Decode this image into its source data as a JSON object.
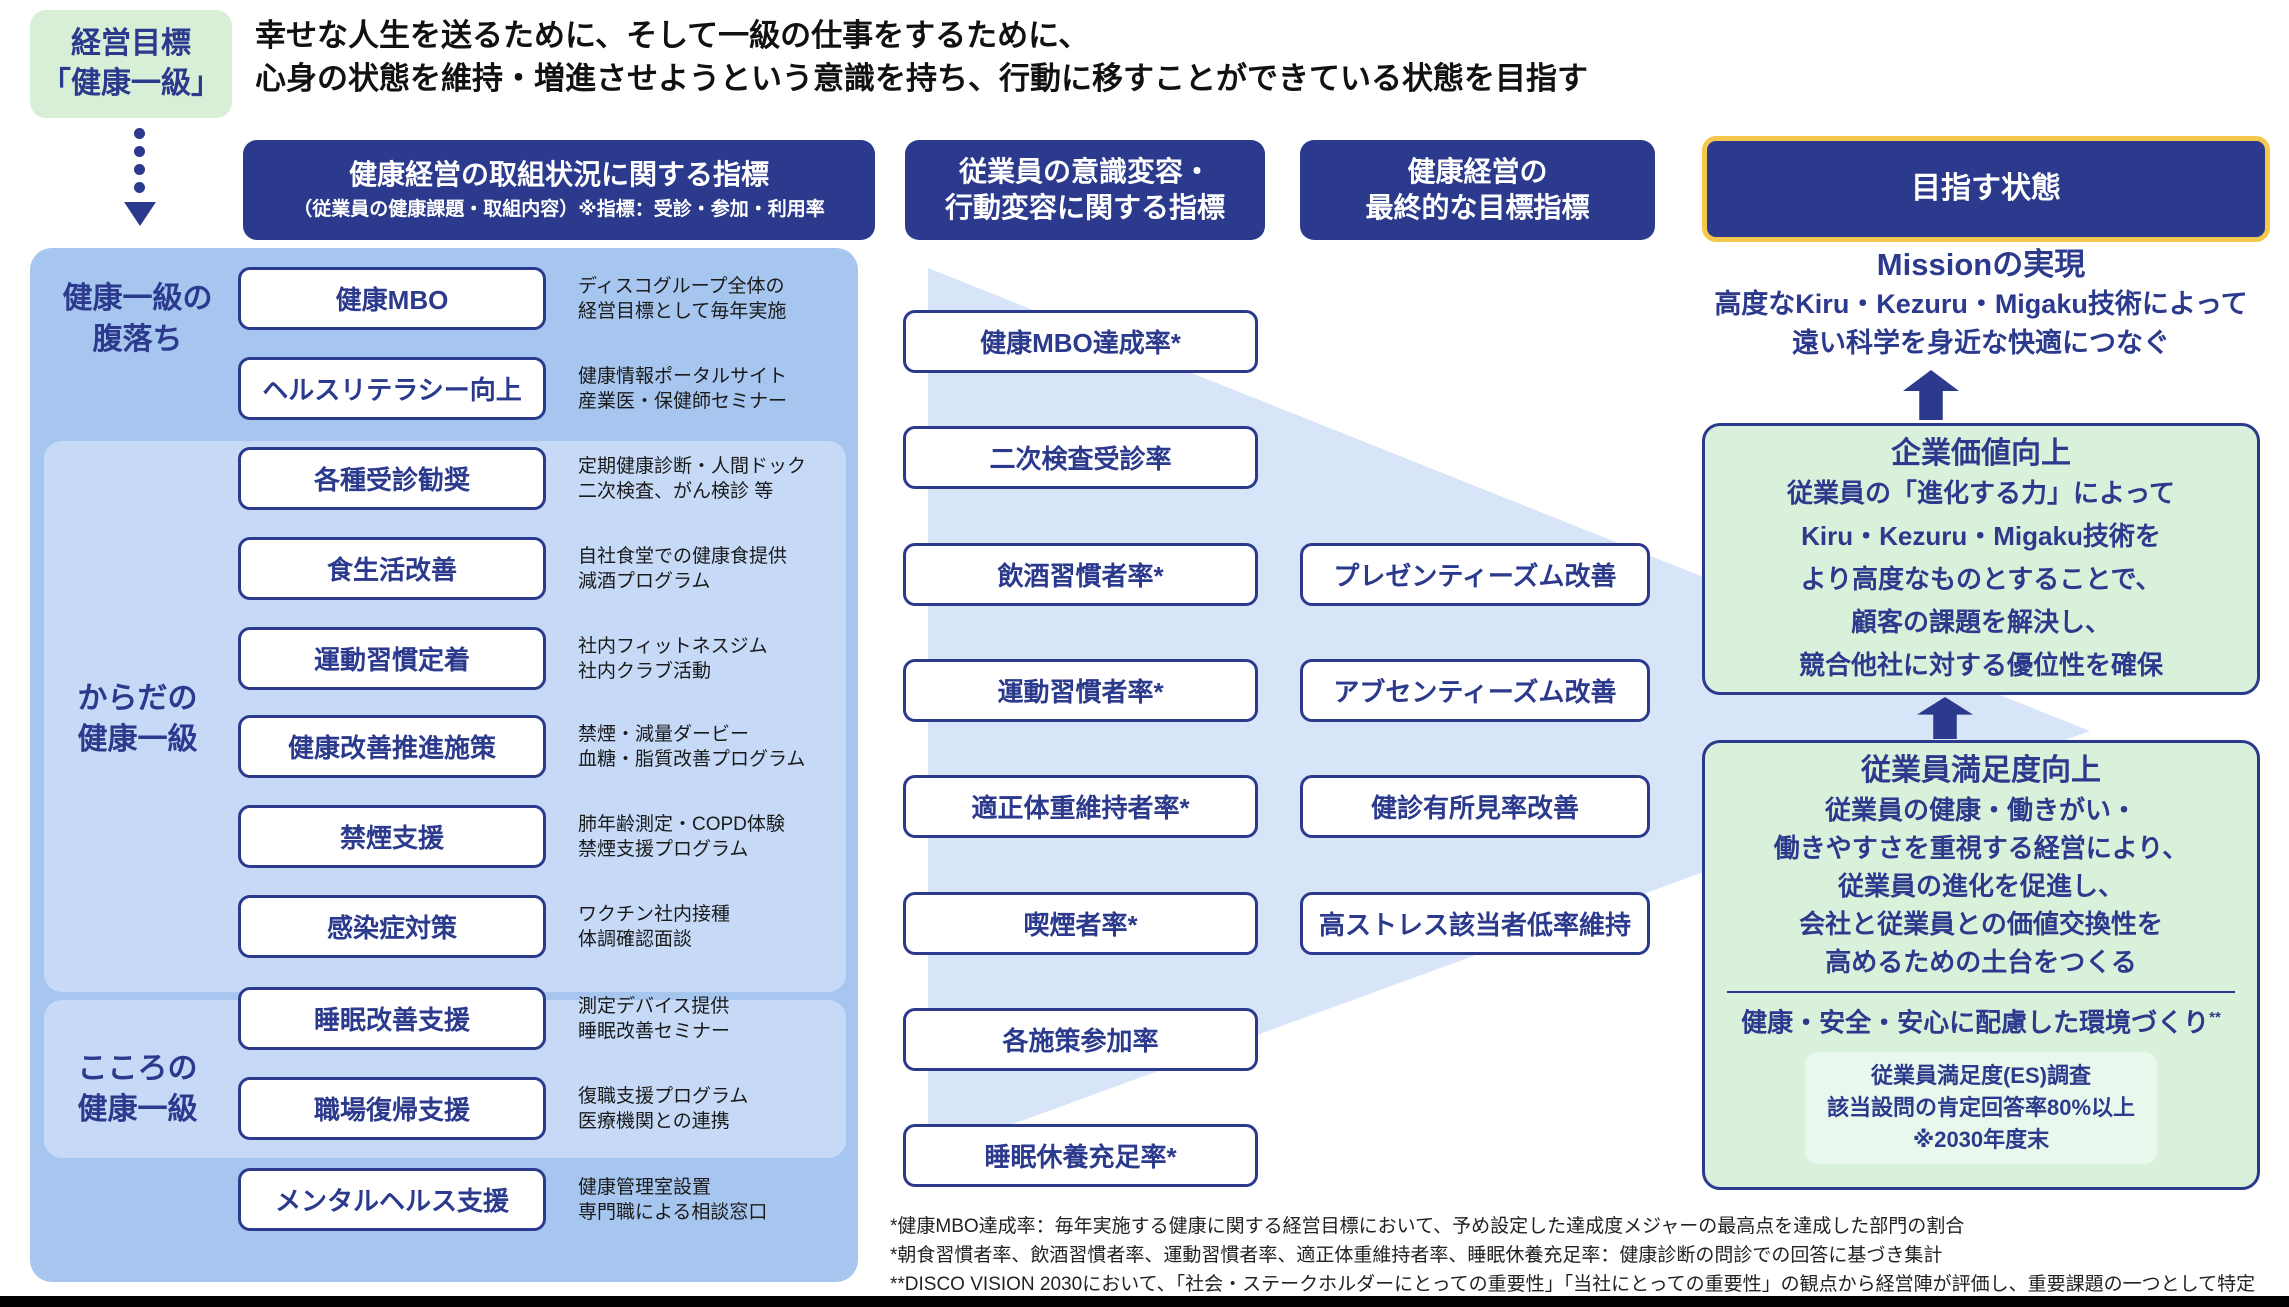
{
  "goal_box": {
    "line1": "経営目標",
    "line2": "「健康一級」"
  },
  "statement": "幸せな人生を送るために、そして一級の仕事をするために、\n心身の状態を維持・増進させようという意識を持ち、行動に移すことができている状態を目指す",
  "column_headers": {
    "initiatives_title": "健康経営の取組状況に関する指標",
    "initiatives_subtitle": "（従業員の健康課題・取組内容）※指標：受診・参加・利用率",
    "awareness": "従業員の意識変容・\n行動変容に関する指標",
    "final_goal": "健康経営の\n最終的な目標指標",
    "target_state": "目指す状態"
  },
  "left_sections": [
    {
      "label": "健康一級の\n腹落ち"
    },
    {
      "label": "からだの\n健康一級"
    },
    {
      "label": "こころの\n健康一級"
    }
  ],
  "initiatives": [
    {
      "label": "健康MBO",
      "desc": "ディスコグループ全体の\n経営目標として毎年実施"
    },
    {
      "label": "ヘルスリテラシー向上",
      "desc": "健康情報ポータルサイト\n産業医・保健師セミナー"
    },
    {
      "label": "各種受診勧奨",
      "desc": "定期健康診断・人間ドック\n二次検査、がん検診 等"
    },
    {
      "label": "食生活改善",
      "desc": "自社食堂での健康食提供\n減酒プログラム"
    },
    {
      "label": "運動習慣定着",
      "desc": "社内フィットネスジム\n社内クラブ活動"
    },
    {
      "label": "健康改善推進施策",
      "desc": "禁煙・減量ダービー\n血糖・脂質改善プログラム"
    },
    {
      "label": "禁煙支援",
      "desc": "肺年齢測定・COPD体験\n禁煙支援プログラム"
    },
    {
      "label": "感染症対策",
      "desc": "ワクチン社内接種\n体調確認面談"
    },
    {
      "label": "睡眠改善支援",
      "desc": "測定デバイス提供\n睡眠改善セミナー"
    },
    {
      "label": "職場復帰支援",
      "desc": "復職支援プログラム\n医療機関との連携"
    },
    {
      "label": "メンタルヘルス支援",
      "desc": "健康管理室設置\n専門職による相談窓口"
    }
  ],
  "awareness_indicators": [
    "健康MBO達成率*",
    "二次検査受診率",
    "飲酒習慣者率*",
    "運動習慣者率*",
    "適正体重維持者率*",
    "喫煙者率*",
    "各施策参加率",
    "睡眠休養充足率*"
  ],
  "goal_indicators": [
    "プレゼンティーズム改善",
    "アブセンティーズム改善",
    "健診有所見率改善",
    "高ストレス該当者低率維持"
  ],
  "target": {
    "mission_title": "Missionの実現",
    "mission_line1": "高度なKiru・Kezuru・Migaku技術によって",
    "mission_line2": "遠い科学を身近な快適につなぐ",
    "corporate_value": {
      "title": "企業価値向上",
      "body": "従業員の「進化する力」によって\nKiru・Kezuru・Migaku技術を\nより高度なものとすることで、\n顧客の課題を解決し、\n競合他社に対する優位性を確保"
    },
    "employee_satisfaction": {
      "title": "従業員満足度向上",
      "body": "従業員の健康・働きがい・\n働きやすさを重視する経営により、\n従業員の進化を促進し、\n会社と従業員との価値交換性を\n高めるための土台をつくる",
      "env_line": "健康・安全・安心に配慮した環境づくり",
      "env_sup": "**",
      "es_note": "従業員満足度(ES)調査\n該当設問の肯定回答率80%以上\n※2030年度末"
    }
  },
  "footnotes": "*健康MBO達成率：毎年実施する健康に関する経営目標において、予め設定した達成度メジャーの最高点を達成した部門の割合\n*朝食習慣者率、飲酒習慣者率、運動習慣者率、適正体重維持者率、睡眠休養充足率：健康診断の問診での回答に基づき集計\n**DISCO VISION 2030において、「社会・ステークホルダーにとっての重要性」「当社にとっての重要性」の観点から経営陣が評価し、重要課題の一つとして特定",
  "colors": {
    "navy": "#2b3a8c",
    "left_outer_blue": "#a7c6ef",
    "left_inner_blue": "#c6daf8",
    "funnel_blue": "#d8e4f8",
    "green_box": "#d9f0da",
    "green_inner": "#e9f8ec",
    "goal_green": "#d7efd7",
    "gold_border": "#f3c84b"
  }
}
